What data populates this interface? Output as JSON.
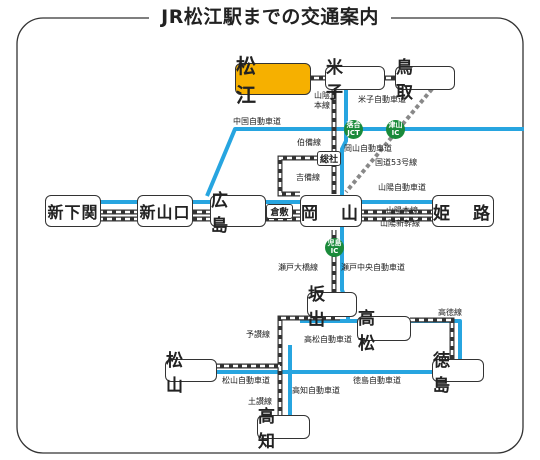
{
  "title": "JR松江駅までの交通案内",
  "colors": {
    "highway": "#27a5e0",
    "rail_dark": "#333333",
    "rail_light": "#ffffff",
    "highlight": "#f6b000",
    "ic_green": "#1a8a3a",
    "ferry": "#888888"
  },
  "stations": {
    "matsue": "松　江",
    "yonago": "米　子",
    "tottori": "鳥　取",
    "shimonoseki": "新下関",
    "shinyamaguchi": "新山口",
    "hiroshima": "広　島",
    "okayama": "岡　山",
    "himeji": "姫　路",
    "sakaide": "坂　出",
    "takamatsu": "高　松",
    "matsuyama": "松　山",
    "tokushima": "徳　島",
    "kochi": "高　知"
  },
  "tags": {
    "kurashiki": "倉敷",
    "soja": "総社"
  },
  "interchanges": {
    "ochiai": [
      "落合",
      "JCT"
    ],
    "tsuyama": [
      "津山",
      "IC"
    ],
    "kojima": [
      "児島",
      "IC"
    ]
  },
  "labels": {
    "sanin_line": "山陰",
    "sanin_line2": "本線",
    "yonago_exp": "米子自動車道",
    "chugoku_exp": "中国自動車道",
    "hakubi": "伯備線",
    "okayama_exp": "岡山自動車道",
    "route53": "国道53号線",
    "kibi": "吉備線",
    "sanyo_exp": "山陽自動車道",
    "sanyo_main": "山陽本線",
    "sanyo_shinkansen": "山陽新幹線",
    "seto_ohashi": "瀬戸大橋線",
    "seto_chuo": "瀬戸中央自動車道",
    "kotoku": "高徳線",
    "yosan": "予讃線",
    "takamatsu_exp": "高松自動車道",
    "matsuyama_exp": "松山自動車道",
    "tokushima_exp": "徳島自動車道",
    "dosan": "土讃線",
    "kochi_exp": "高知自動車道"
  }
}
